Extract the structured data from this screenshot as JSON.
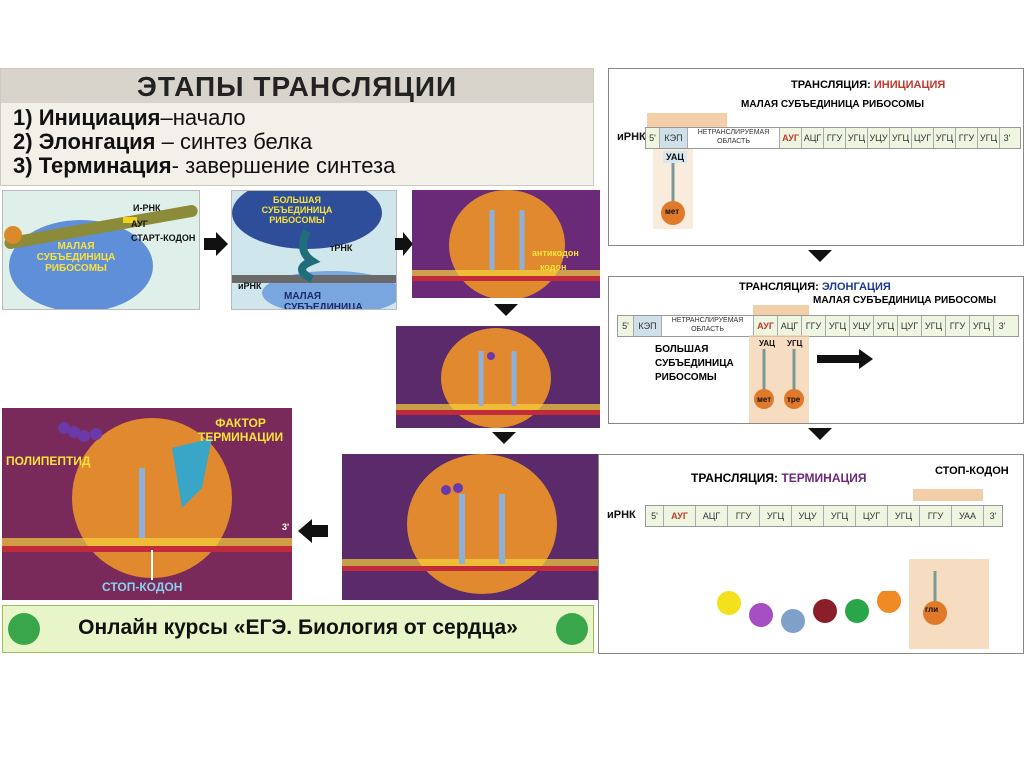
{
  "title": "ЭТАПЫ ТРАНСЛЯЦИИ",
  "stages": [
    {
      "num": "1)",
      "name": "Инициация",
      "desc": "–начало"
    },
    {
      "num": "2)",
      "name": "Элонгация",
      "desc": " – синтез белка"
    },
    {
      "num": "3)",
      "name": "Терминация",
      "desc": "- завершение синтеза"
    }
  ],
  "panel_init_left": {
    "irnk": "И-РНК",
    "aug": "АУГ",
    "start": "СТАРТ-КОДОН",
    "small": "МАЛАЯ\nСУБЪЕДИНИЦА\nРИБОСОМЫ"
  },
  "panel_large": {
    "big": "БОЛЬШАЯ\nСУБЪЕДИНИЦА\nРИБОСОМЫ",
    "trnk": "тРНК",
    "irnk": "иРНК",
    "small": "МАЛАЯ СУБЪЕДИНИЦА"
  },
  "panel_anticodon": {
    "anticodon": "антикодон",
    "codon": "кодон"
  },
  "panel_term": {
    "polypeptide": "ПОЛИПЕПТИД",
    "factor": "ФАКТОР\nТЕРМИНАЦИИ",
    "stop": "СТОП-КОДОН",
    "three": "3'"
  },
  "diagram_init": {
    "title_prefix": "ТРАНСЛЯЦИЯ: ",
    "title_stage": "ИНИЦИАЦИЯ",
    "small_sub": "МАЛАЯ СУБЪЕДИНИЦА РИБОСОМЫ",
    "irnk": "иРНК",
    "five": "5'",
    "three": "3'",
    "cap": "КЭП",
    "utr": "НЕТРАНСЛИРУЕМАЯ ОБЛАСТЬ",
    "codons": [
      "АУГ",
      "АЦГ",
      "ГГУ",
      "УГЦ",
      "УЦУ",
      "УГЦ",
      "ЦУГ",
      "УГЦ",
      "ГГУ",
      "УГЦ"
    ],
    "anticodon": "УАЦ",
    "aa": "мет"
  },
  "diagram_elong": {
    "title_prefix": "ТРАНСЛЯЦИЯ: ",
    "title_stage": "ЭЛОНГАЦИЯ",
    "small_sub": "МАЛАЯ СУБЪЕДИНИЦА РИБОСОМЫ",
    "five": "5'",
    "three": "3'",
    "cap": "КЭП",
    "utr": "НЕТРАНСЛИРУЕМАЯ ОБЛАСТЬ",
    "codons": [
      "АУГ",
      "АЦГ",
      "ГГУ",
      "УГЦ",
      "УЦУ",
      "УГЦ",
      "ЦУГ",
      "УГЦ",
      "ГГУ",
      "УГЦ"
    ],
    "big_sub": "БОЛЬШАЯ\nСУБЪЕДИНИЦА\nРИБОСОМЫ",
    "anti1": "УАЦ",
    "anti2": "УГЦ",
    "aa1": "мет",
    "aa2": "тре"
  },
  "diagram_term": {
    "title_prefix": "ТРАНСЛЯЦИЯ: ",
    "title_stage": "ТЕРМИНАЦИЯ",
    "stop": "СТОП-КОДОН",
    "irnk": "иРНК",
    "five": "5'",
    "three": "3'",
    "codons": [
      "АУГ",
      "АЦГ",
      "ГГУ",
      "УГЦ",
      "УЦУ",
      "УГЦ",
      "ЦУГ",
      "УГЦ",
      "ГГУ",
      "УАА"
    ],
    "aa": "гли",
    "beads": [
      "#f2e11c",
      "#a64fc2",
      "#7fa0c8",
      "#8a1f2a",
      "#2aa64a",
      "#f08a24"
    ]
  },
  "footer": "Онлайн курсы  «ЕГЭ. Биология от сердца»",
  "colors": {
    "accent_title": "#8a1f4f",
    "stage_init": "#c0392b",
    "stage_elong": "#1f3a8a",
    "stage_term": "#6b2b7a"
  }
}
